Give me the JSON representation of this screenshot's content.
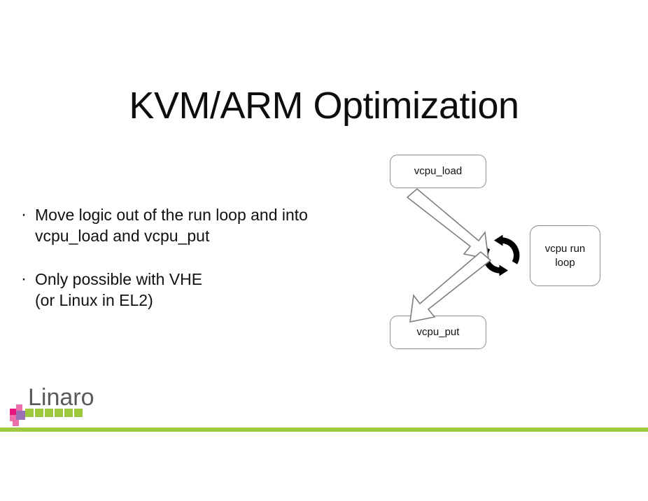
{
  "slide": {
    "title": "KVM/ARM Optimization",
    "background_color": "#ffffff",
    "text_color": "#111111"
  },
  "bullets": [
    {
      "marker": "·",
      "lines": [
        "Move logic out of the run loop and into",
        "vcpu_load and vcpu_put"
      ]
    },
    {
      "marker": "·",
      "lines": [
        "Only possible with VHE",
        "(or Linux in EL2)"
      ]
    }
  ],
  "diagram": {
    "boxes": [
      {
        "id": "vcpu-load",
        "lines": [
          "vcpu_load"
        ]
      },
      {
        "id": "vcpu-run-loop",
        "lines": [
          "vcpu run",
          "loop"
        ]
      },
      {
        "id": "vcpu_put",
        "lines": [
          "vcpu_put"
        ]
      }
    ],
    "icon": "loop-refresh-icon",
    "arrows": [
      {
        "id": "load-to-loop",
        "direction": "down-right"
      },
      {
        "id": "loop-to-put",
        "direction": "down-left"
      }
    ],
    "border_color": "#8d8d8d",
    "arrow_outline_color": "#7d7d7d"
  },
  "logo": {
    "wordmark": "Linaro",
    "wordmark_color": "#58595b",
    "green": "#9ec93e",
    "magenta": "#e6187d",
    "pink": "#ec6fab",
    "purple": "#9b6fb5"
  },
  "footer": {
    "rule_color": "#9ec93e"
  }
}
